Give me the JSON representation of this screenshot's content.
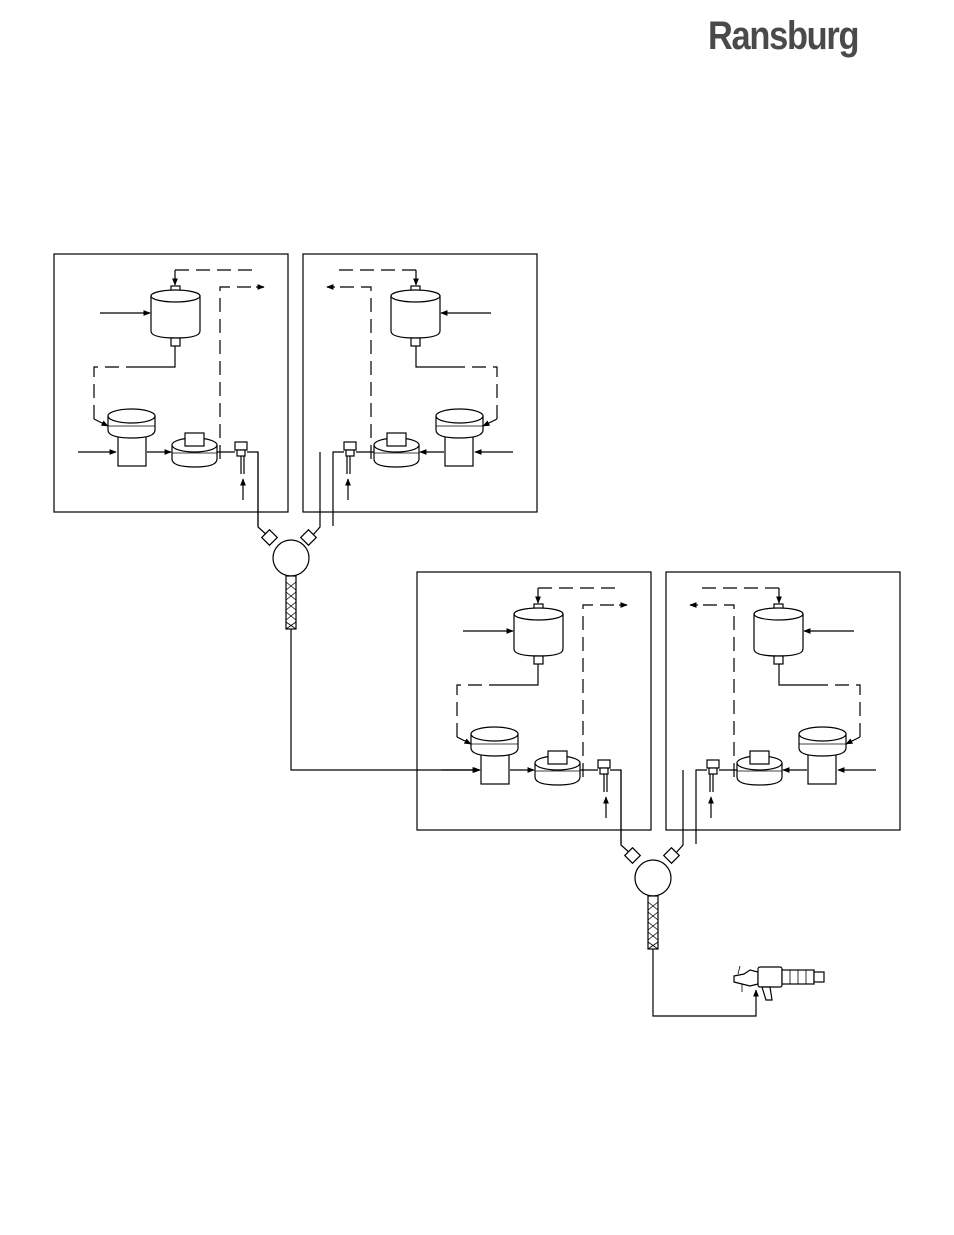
{
  "header": {
    "logo_text": "Ransburg"
  },
  "diagram": {
    "type": "system-layout",
    "stations": [
      {
        "id": "station-1",
        "mirrored": false
      },
      {
        "id": "station-2",
        "mirrored": true
      },
      {
        "id": "station-3",
        "mirrored": false
      },
      {
        "id": "station-4",
        "mirrored": true
      }
    ],
    "junctions": [
      {
        "id": "junction-1",
        "inputs": [
          "station-1",
          "station-2"
        ]
      },
      {
        "id": "junction-2",
        "inputs": [
          "station-3",
          "station-4"
        ]
      }
    ],
    "colors": {
      "stroke": "#000000",
      "logo": "#4a4a4a"
    }
  }
}
